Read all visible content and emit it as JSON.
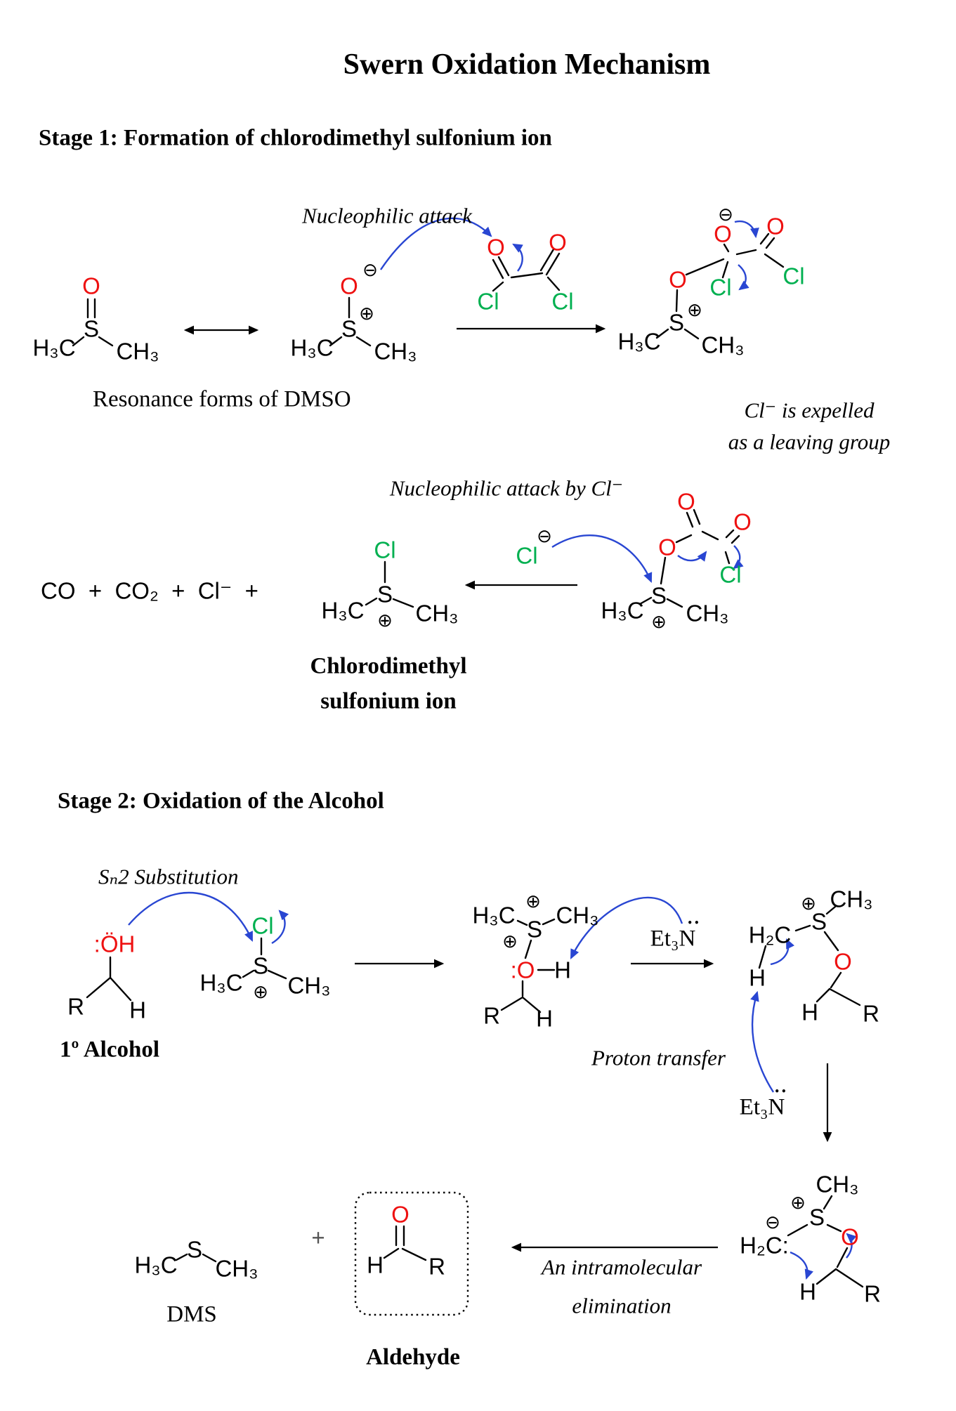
{
  "title": "Swern Oxidation Mechanism",
  "colors": {
    "oxygen_red": "#ee1111",
    "chlorine_green": "#00b050",
    "arrow_blue": "#2946d2",
    "bond_black": "#000000"
  },
  "stage1": {
    "heading": "Stage 1: Formation of chlorodimethyl sulfonium ion",
    "annotations": {
      "nucleophilic_attack": "Nucleophilic attack",
      "resonance_forms": "Resonance forms of DMSO",
      "cl_expelled_line1": "Cl⁻ is expelled",
      "cl_expelled_line2": "as a leaving group",
      "nucleophilic_attack_by_cl": "Nucleophilic attack by Cl⁻",
      "byproducts": "CO  +  CO₂  +  Cl⁻  +",
      "product_name_line1": "Chlorodimethyl",
      "product_name_line2": "sulfonium ion"
    }
  },
  "stage2": {
    "heading": "Stage 2: Oxidation of the Alcohol",
    "annotations": {
      "sn2": "Sₙ2 Substitution",
      "primary_alcohol": "1º Alcohol",
      "amine": "Et₃N",
      "proton_transfer": "Proton transfer",
      "intramolecular_line1": "An intramolecular",
      "intramolecular_line2": "elimination",
      "dms": "DMS",
      "aldehyde": "Aldehyde",
      "plus": "+"
    }
  },
  "atoms": {
    "O": "O",
    "S": "S",
    "Cl": "Cl",
    "H": "H",
    "R": "R",
    "H3C": "H₃C",
    "CH3": "CH₃",
    "H2C": "H₂C",
    "H2C_lonepair": "H₂C:",
    "hydroxyl_lonepairs": ":ÖH",
    "O_lonepair": ":O",
    "plus_charge": "⊕",
    "minus_charge": "⊖",
    "lone_pair_dots": "••"
  }
}
